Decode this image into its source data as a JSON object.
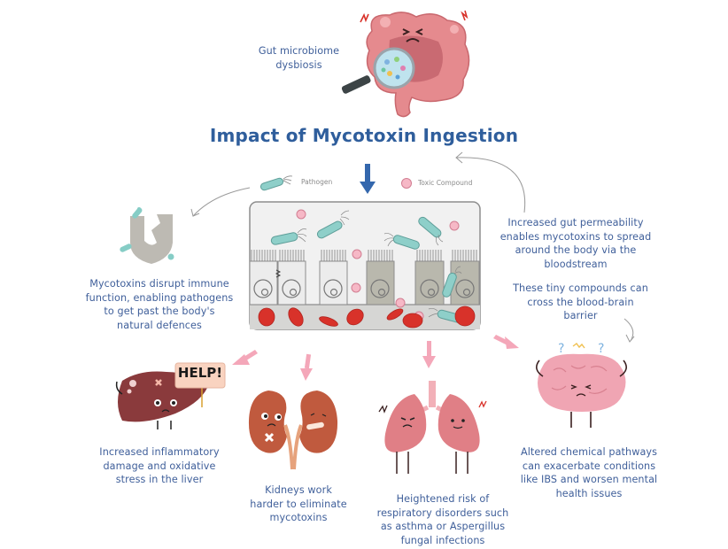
{
  "title": "Impact of Mycotoxin Ingestion",
  "legend": {
    "pathogen": {
      "label": "Pathogen",
      "icon": "bacteria-icon"
    },
    "toxic_compound": {
      "label": "Toxic Compound",
      "icon": "pink-dot-icon"
    }
  },
  "captions": {
    "gut": "Gut microbiome\ndysbiosis",
    "immune": "Mycotoxins disrupt immune\nfunction, enabling pathogens\nto get past the body's\nnatural defences",
    "permeability": "Increased gut permeability\nenables mycotoxins to spread\naround the body via the\nbloodstream",
    "blood_brain": "These tiny compounds can\ncross the blood-brain\nbarrier",
    "liver": "Increased inflammatory\ndamage and oxidative\nstress in the liver",
    "kidneys": "Kidneys work\nharder to eliminate\nmycotoxins",
    "lungs": "Heightened risk of\nrespiratory disorders such\nas asthma or Aspergillus\nfungal infections",
    "brain": "Altered chemical pathways\ncan exacerbate conditions\nlike IBS and worsen mental\nhealth issues"
  },
  "liver_sign": "HELP!",
  "colors": {
    "title_blue": "#2f5e9c",
    "caption_blue": "#3f5f9a",
    "arrow_pink": "#f4a7b9",
    "arrow_blue": "#3467ad",
    "pathogen_teal": "#8ecfc9",
    "toxin_pink": "#f6b8c6",
    "blood_red": "#d8322a",
    "cell_light": "#eeeeee",
    "cell_dark": "#b9b8ad",
    "organ_pink": "#e07f86",
    "liver_brown": "#8a3a3c",
    "kidney_brown": "#c05a3e"
  }
}
